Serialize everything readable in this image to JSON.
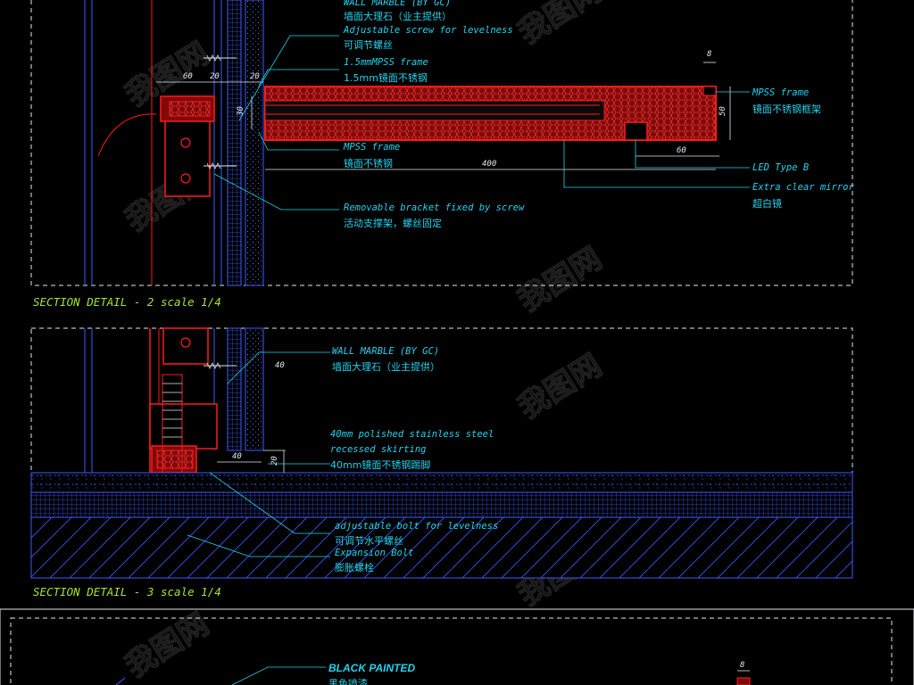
{
  "colors": {
    "background": "#000000",
    "frame": "#e5e7eb",
    "label": "#22d3ee",
    "title": "#a3e635",
    "section_red": "#ff1a1a",
    "structure_blue": "#3b5bff"
  },
  "detail2": {
    "title": "SECTION DETAIL - 2  scale 1/4",
    "labels": {
      "wall_marble": "WALL MARBLE  (BY GC)",
      "wall_marble_cn": "墙面大理石（业主提供）",
      "screw": "Adjustable screw for levelness",
      "screw_cn": "可调节螺丝",
      "frame15": "1.5mmMPSS frame",
      "frame15_cn": "1.5mm镜面不锈钢",
      "mpss_frame_right": "MPSS frame",
      "mpss_frame_right_cn": "镜面不锈钢框架",
      "mpss_frame": "MPSS frame",
      "mpss_frame_cn": "镜面不锈钢",
      "led": "LED Type B",
      "mirror": "Extra clear mirror",
      "mirror_cn": "超白镜",
      "bracket": "Removable bracket fixed by screw",
      "bracket_cn": "活动支撑架，螺丝固定"
    },
    "dims": {
      "d60": "60",
      "d20a": "20",
      "d20b": "20",
      "d30": "30",
      "d400": "400",
      "d50": "50",
      "d8": "8",
      "d60b": "60"
    }
  },
  "detail3": {
    "title": "SECTION DETAIL - 3  scale 1/4",
    "labels": {
      "wall_marble": "WALL MARBLE  (BY GC)",
      "wall_marble_cn": "墙面大理石（业主提供）",
      "skirting1": "40mm polished stainless steel",
      "skirting2": "recessed skirting",
      "skirting_cn": "40mm镜面不锈钢踢脚",
      "bolt": "adjustable bolt for levelness",
      "bolt_cn": "可调节水平螺丝",
      "expansion": "Expansion Bolt",
      "expansion_cn": "膨胀螺栓"
    },
    "dims": {
      "d40a": "40",
      "d40b": "40",
      "d20": "20"
    }
  },
  "detail4": {
    "labels": {
      "black": "BLACK PAINTED",
      "black_cn": "黑色喷漆"
    },
    "dims": {
      "d8": "8"
    }
  }
}
